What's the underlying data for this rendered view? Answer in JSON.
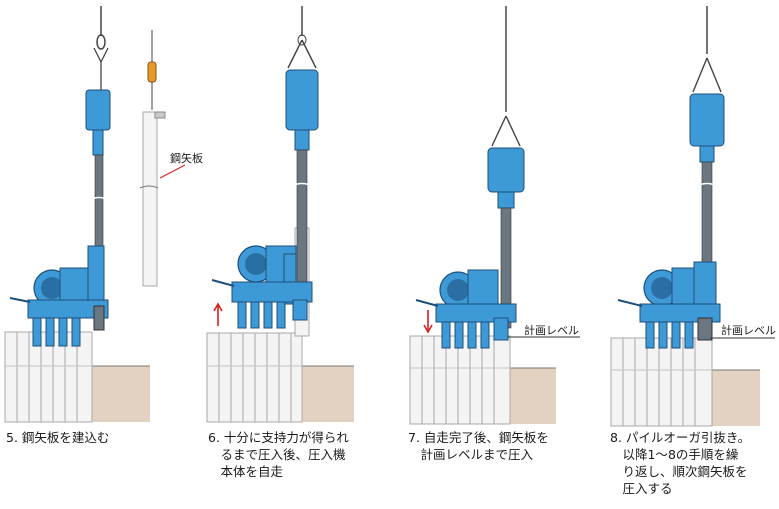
{
  "steps": [
    {
      "caption": "5. 鋼矢板を建込む"
    },
    {
      "caption": "6. 十分に支持力が得られ\n　るまで圧入後、圧入機\n　本体を自走"
    },
    {
      "caption": "7. 自走完了後、鋼矢板を\n　計画レベルまで圧入"
    },
    {
      "caption": "8. パイルオーガ引抜き。\n　以降1～8の手順を繰\n　り返し、順次鋼矢板を\n　圧入する"
    }
  ],
  "labels": {
    "sheet_pile": "鋼矢板",
    "plan_level": "計画レベル"
  },
  "colors": {
    "machine_blue": "#3e9ad6",
    "machine_dark": "#1d4f7a",
    "pile_fill": "#f4f4f4",
    "pile_line": "#a8a8a8",
    "soil": "#e3d1c2",
    "auger_rod": "#6a7680",
    "arrow_red": "#d32020",
    "hook_orange": "#e89a2a"
  }
}
